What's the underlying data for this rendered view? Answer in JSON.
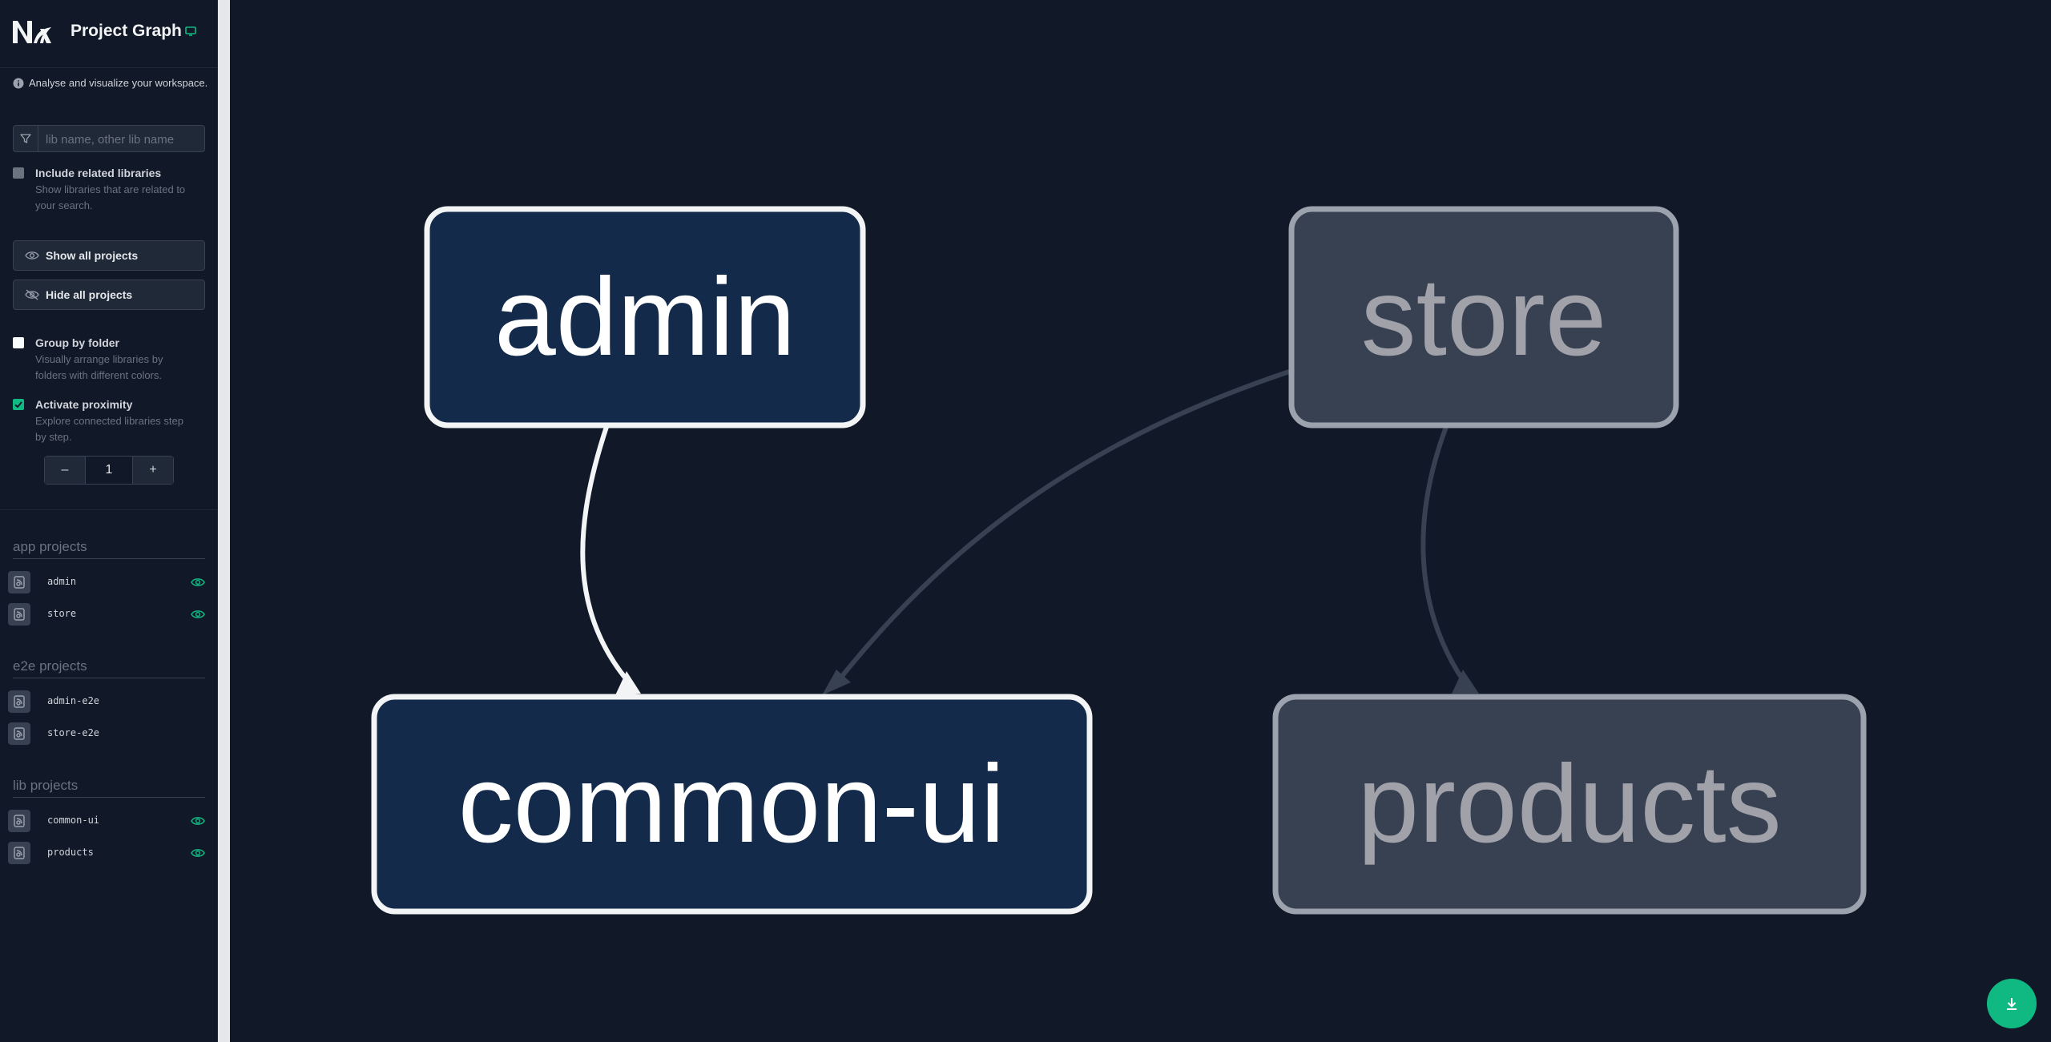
{
  "header": {
    "title": "Project Graph",
    "logo": "Nx"
  },
  "info": {
    "text": "Analyse and visualize your workspace."
  },
  "search": {
    "placeholder": "lib name, other lib name",
    "value": ""
  },
  "include_related": {
    "label": "Include related libraries",
    "desc": "Show libraries that are related to your search.",
    "checked": false
  },
  "buttons": {
    "show_all": "Show all projects",
    "hide_all": "Hide all projects"
  },
  "group_by_folder": {
    "label": "Group by folder",
    "desc": "Visually arrange libraries by folders with different colors.",
    "checked": false
  },
  "proximity": {
    "label": "Activate proximity",
    "desc": "Explore connected libraries step by step.",
    "checked": true,
    "minus": "–",
    "value": "1",
    "plus": "+"
  },
  "groups": [
    {
      "title": "app projects",
      "items": [
        {
          "name": "admin",
          "visible": true
        },
        {
          "name": "store",
          "visible": true
        }
      ]
    },
    {
      "title": "e2e projects",
      "items": [
        {
          "name": "admin-e2e",
          "visible": false
        },
        {
          "name": "store-e2e",
          "visible": false
        }
      ]
    },
    {
      "title": "lib projects",
      "items": [
        {
          "name": "common-ui",
          "visible": true
        },
        {
          "name": "products",
          "visible": true
        }
      ]
    }
  ],
  "graph": {
    "nodes": [
      {
        "label": "admin",
        "state": "focused"
      },
      {
        "label": "store",
        "state": "dimmed"
      },
      {
        "label": "common-ui",
        "state": "focused"
      },
      {
        "label": "products",
        "state": "dimmed"
      }
    ],
    "edges": [
      {
        "from": "admin",
        "to": "common-ui",
        "state": "focused"
      },
      {
        "from": "store",
        "to": "common-ui",
        "state": "dimmed"
      },
      {
        "from": "store",
        "to": "products",
        "state": "dimmed"
      }
    ]
  },
  "colors": {
    "accent": "#10b981",
    "focused_node_fill": "#132a4a",
    "dimmed_node_fill": "#374151"
  },
  "icons": {
    "download": "download-icon",
    "eye": "eye-icon",
    "eye_off": "eye-off-icon",
    "filter": "filter-icon",
    "info": "info-icon",
    "desktop": "desktop-icon"
  }
}
